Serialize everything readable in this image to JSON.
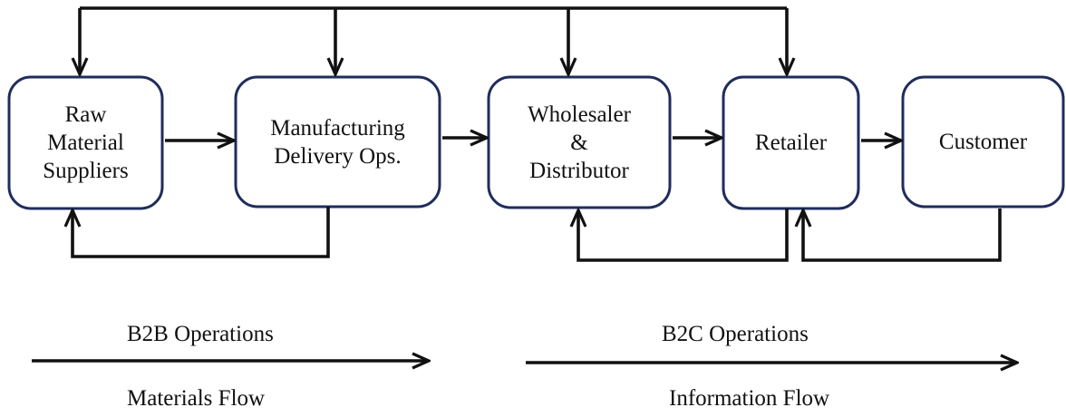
{
  "boxes": [
    {
      "id": "raw-material-suppliers",
      "label": "Raw\nMaterial\nSuppliers"
    },
    {
      "id": "manufacturing",
      "label": "Manufacturing\nDelivery Ops."
    },
    {
      "id": "wholesaler-distributor",
      "label": "Wholesaler\n&\nDistributor"
    },
    {
      "id": "retailer",
      "label": "Retailer"
    },
    {
      "id": "customer",
      "label": "Customer"
    }
  ],
  "captions": {
    "b2b": "B2B Operations",
    "b2c": "B2C Operations",
    "materials_flow": "Materials Flow",
    "information_flow": "Information Flow"
  },
  "colors": {
    "box_border": "#1f2d5c",
    "arrow": "#111111"
  }
}
